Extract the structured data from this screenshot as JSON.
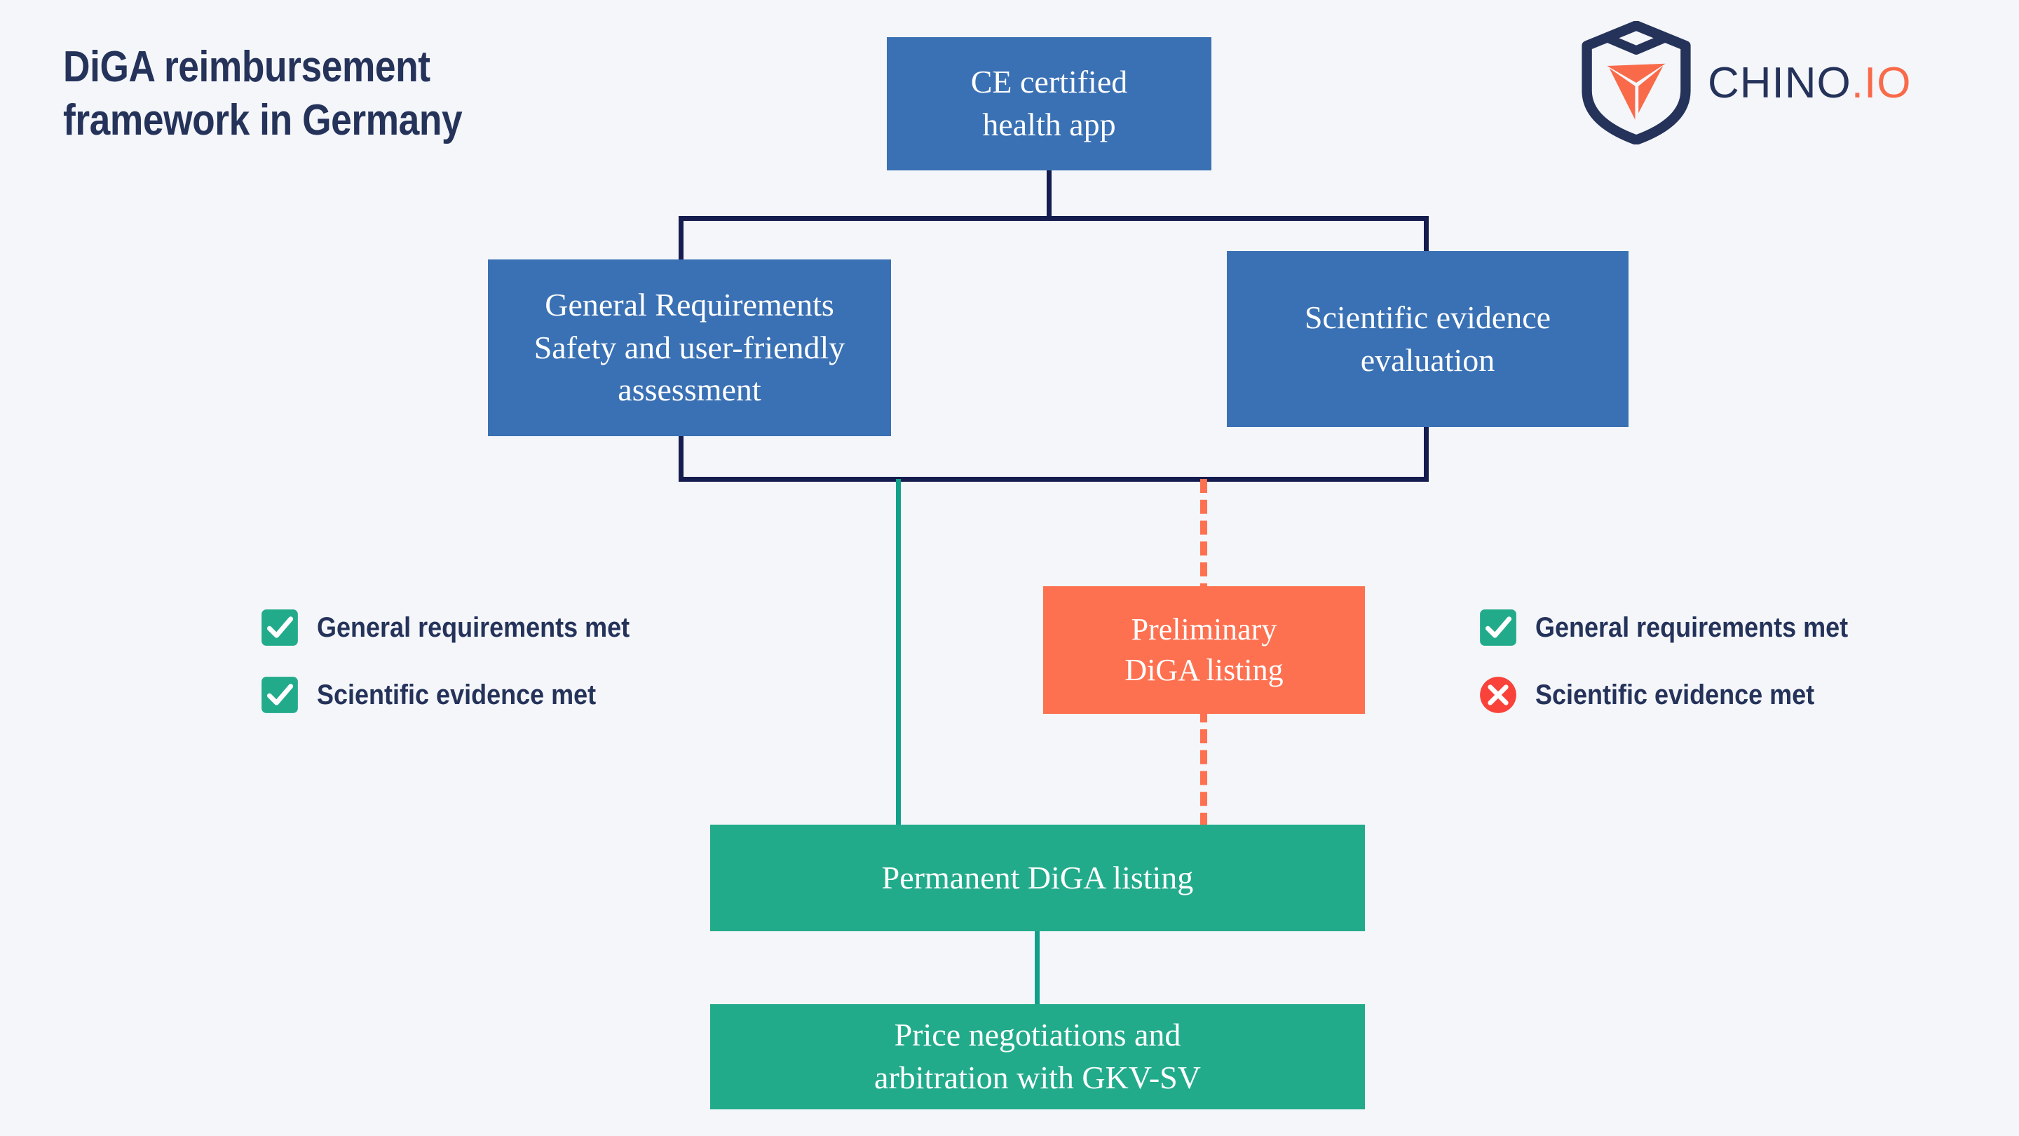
{
  "title": {
    "line1": "DiGA reimbursement",
    "line2": "framework in Germany"
  },
  "logo": {
    "name_dark": "CHINO",
    "name_dot": ".",
    "name_accent": "IO"
  },
  "colors": {
    "background": "#f4f6fa",
    "navy": "#25335a",
    "connector_navy": "#151c4e",
    "blue": "#3a71b4",
    "orange": "#fd7151",
    "green": "#22ab8b",
    "green_line": "#12a089",
    "red": "#f9423a",
    "white": "#ffffff"
  },
  "nodes": {
    "ce_app": {
      "line1": "CE certified",
      "line2": "health app"
    },
    "general_requirements": {
      "line1": "General Requirements",
      "line2": "Safety and user-friendly",
      "line3": "assessment"
    },
    "scientific_evidence": {
      "line1": "Scientific evidence",
      "line2": "evaluation"
    },
    "preliminary_listing": {
      "line1": "Preliminary",
      "line2": "DiGA listing"
    },
    "permanent_listing": {
      "line1": "Permanent DiGA listing"
    },
    "price_negotiations": {
      "line1": "Price negotiations and",
      "line2": "arbitration with GKV-SV"
    }
  },
  "legend_left": {
    "items": [
      {
        "icon": "check-square-icon",
        "status": "met",
        "label": "General requirements met"
      },
      {
        "icon": "check-square-icon",
        "status": "met",
        "label": "Scientific evidence met"
      }
    ]
  },
  "legend_right": {
    "items": [
      {
        "icon": "check-square-icon",
        "status": "met",
        "label": "General requirements met"
      },
      {
        "icon": "cross-circle-icon",
        "status": "not-met",
        "label": "Scientific evidence met"
      }
    ]
  }
}
